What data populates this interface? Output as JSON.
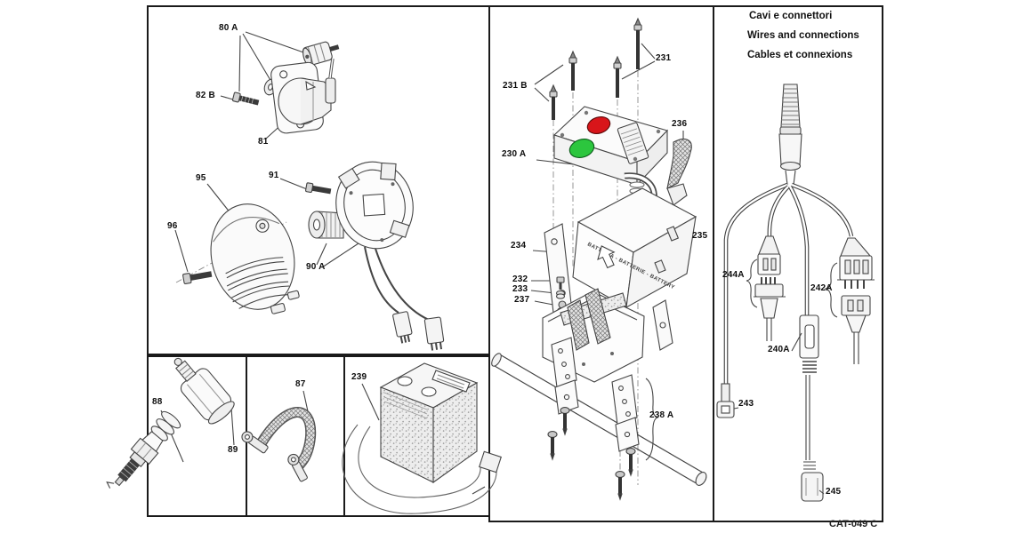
{
  "page": {
    "caption": "CAT-049 C"
  },
  "right_panel_title": {
    "it": "Cavi e connettori",
    "en": "Wires and connections",
    "fr": "Cables et connexions"
  },
  "battery_cover_text": "BATTERIA - BATTERIE - BATTERY",
  "colors": {
    "stop_button_red": "#d8151a",
    "start_button_green": "#2cc63e",
    "line_art": "#454545",
    "panel_border": "#1a1a1a"
  },
  "parts": {
    "p80a": "80 A",
    "p82b": "82 B",
    "p81": "81",
    "p95": "95",
    "p91": "91",
    "p96": "96",
    "p90a": "90 A",
    "p88": "88",
    "p89": "89",
    "p87": "87",
    "p239": "239",
    "p231b": "231 B",
    "p231": "231",
    "p236": "236",
    "p230a": "230 A",
    "p234": "234",
    "p232": "232",
    "p233": "233",
    "p237": "237",
    "p235": "235",
    "p238a": "238 A",
    "p244a": "244A",
    "p242a": "242A",
    "p240a": "240A",
    "p243": "243",
    "p245": "245"
  }
}
